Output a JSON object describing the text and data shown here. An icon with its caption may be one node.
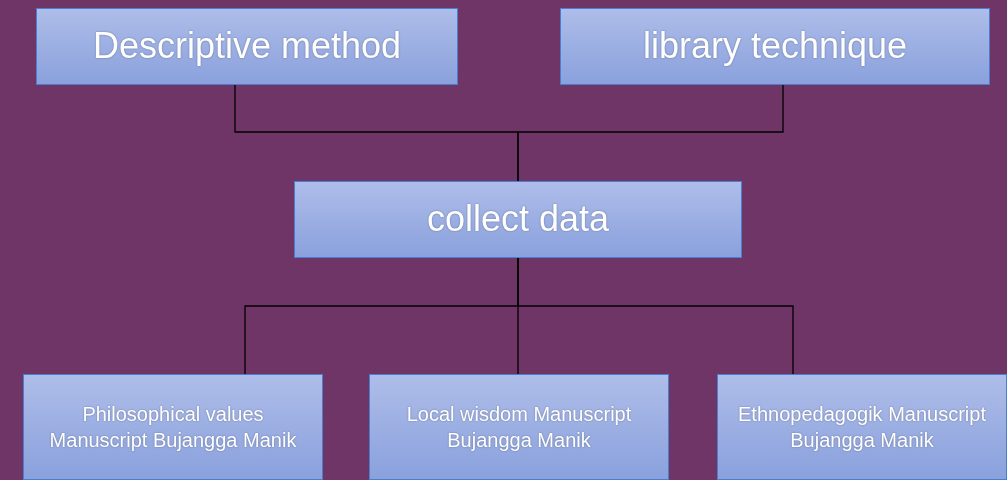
{
  "diagram": {
    "nodes": [
      {
        "text": [
          "Descriptive method"
        ]
      },
      {
        "text": [
          "library technique"
        ]
      },
      {
        "text": [
          "collect data"
        ]
      },
      {
        "text": [
          "Philosophical values Manuscript Bujangga Manik"
        ]
      },
      {
        "text": [
          "Local wisdom Manuscript Bujangga Manik"
        ]
      },
      {
        "text": [
          "Ethnopedagogik Manuscript Bujangga Manik"
        ]
      }
    ],
    "edges": [
      {
        "from": 0,
        "to": 2,
        "arrow": "none"
      },
      {
        "from": 1,
        "to": 2,
        "arrow": "none"
      },
      {
        "from": 2,
        "to": 3,
        "arrow": "none"
      },
      {
        "from": 2,
        "to": 4,
        "arrow": "none"
      },
      {
        "from": 2,
        "to": 5,
        "arrow": "none"
      }
    ]
  }
}
